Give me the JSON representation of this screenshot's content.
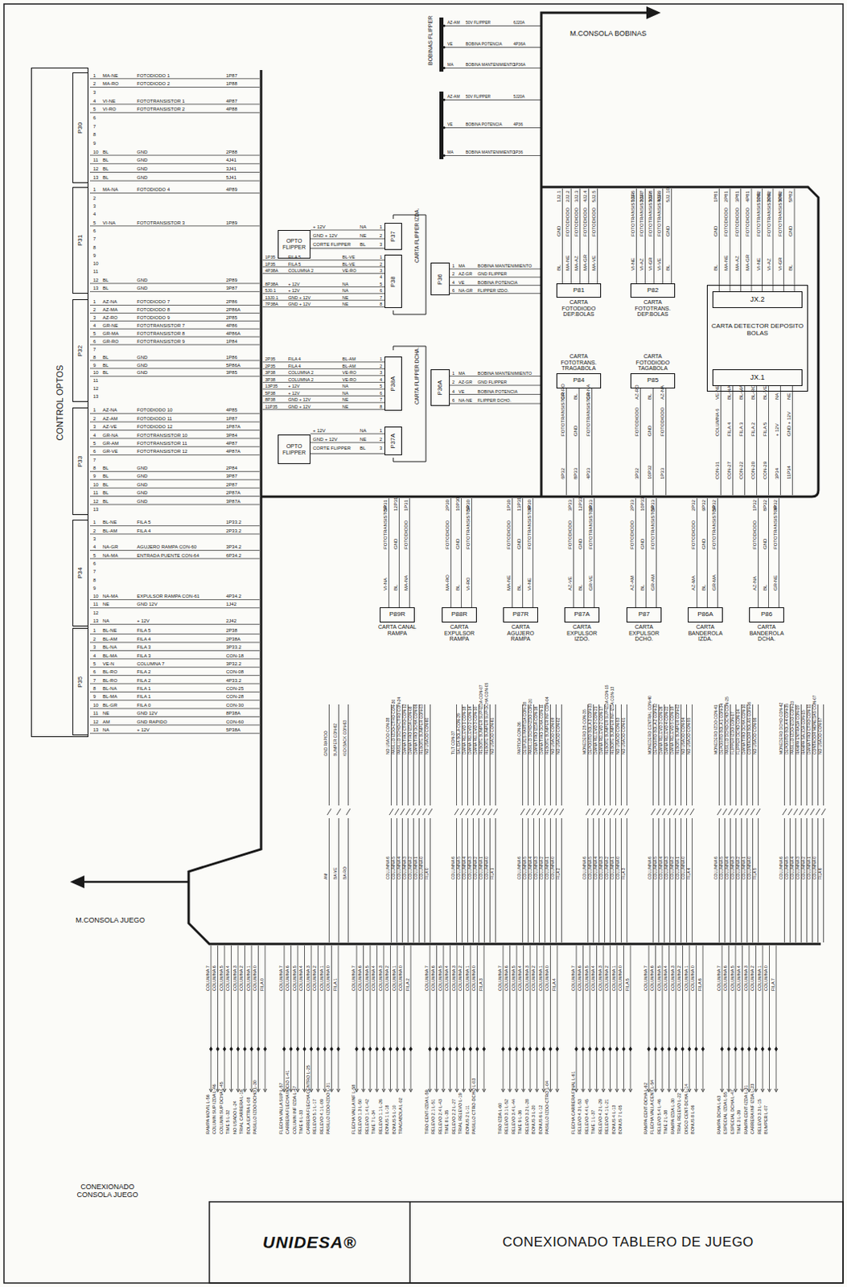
{
  "diagram": {
    "title": "CONEXIONADO TABLERO DE JUEGO",
    "nodes": [
      {
        "text": [
          "CONTROL OPTOS"
        ]
      },
      {
        "text": [
          "P30"
        ],
        "in": 0
      },
      {
        "text": [
          "P31"
        ],
        "in": 0
      },
      {
        "text": [
          "P32"
        ],
        "in": 0
      },
      {
        "text": [
          "P33"
        ],
        "in": 0
      },
      {
        "text": [
          "P34"
        ],
        "in": 0
      },
      {
        "text": [
          "P35"
        ],
        "in": 0
      },
      {
        "text": [
          "OPTO FLIPPER"
        ]
      },
      {
        "text": [
          "P37"
        ]
      },
      {
        "text": [
          "P38"
        ]
      },
      {
        "text": [
          "P36"
        ]
      },
      {
        "text": [
          "P38A"
        ]
      },
      {
        "text": [
          "P36A"
        ]
      },
      {
        "text": [
          "OPTO FLIPPER"
        ]
      },
      {
        "text": [
          "P37A"
        ]
      },
      {
        "text": [
          "P81",
          "CARTA FOTODIODO DEP.BOLAS"
        ]
      },
      {
        "text": [
          "P82",
          "CARTA FOTOTRANS. DEP.BOLAS"
        ]
      },
      {
        "text": [
          "CARTA DETECTOR DEPOSITO BOLAS"
        ]
      },
      {
        "text": [
          "JX.2"
        ],
        "in": 17
      },
      {
        "text": [
          "JX.1"
        ],
        "in": 17
      },
      {
        "text": [
          "P84",
          "CARTA FOTOTRANS. TRAGABOLA"
        ]
      },
      {
        "text": [
          "P85",
          "CARTA FOTODIODO TAGABOLA"
        ]
      },
      {
        "text": [
          "P89R",
          "CARTA CANAL RAMPA"
        ]
      },
      {
        "text": [
          "P88R",
          "CARTA EXPULSOR RAMPA"
        ]
      },
      {
        "text": [
          "P87R",
          "CARTA AGUJERO RAMPA"
        ]
      },
      {
        "text": [
          "P87A",
          "CARTA EXPULSOR IZDO."
        ]
      },
      {
        "text": [
          "P87",
          "CARTA EXPULSOR DCHO."
        ]
      },
      {
        "text": [
          "P86A",
          "CARTA BANDEROLA IZDA."
        ]
      },
      {
        "text": [
          "P86",
          "CARTA BANDEROLA DCHA."
        ]
      }
    ],
    "edges": [
      {
        "from": 7,
        "to": 8,
        "arrow": "none"
      },
      {
        "from": 13,
        "to": 14,
        "arrow": "none"
      }
    ],
    "labels": [
      "1",
      "MA-NE",
      "FOTODIODO 1",
      "1P87",
      "2",
      "MA-RO",
      "FOTODIODO 2",
      "1P88",
      "3",
      "4",
      "VI-NE",
      "FOTOTRANSISTOR 1",
      "4P87",
      "5",
      "VI-RO",
      "FOTOTRANSISTOR 2",
      "4P88",
      "6",
      "7",
      "8",
      "9",
      "10",
      "BL",
      "GND",
      "2P88",
      "11",
      "BL",
      "GND",
      "4J41",
      "12",
      "BL",
      "GND",
      "3J41",
      "13",
      "BL",
      "GND",
      "5J41",
      "1",
      "MA-NA",
      "FOTODIODO 4",
      "4P89",
      "2",
      "3",
      "4",
      "5",
      "VI-NA",
      "FOTOTRANSISTOR 3",
      "1P89",
      "6",
      "7",
      "8",
      "9",
      "10",
      "11",
      "12",
      "BL",
      "GND",
      "2P89",
      "13",
      "BL",
      "GND",
      "3P87",
      "1",
      "AZ-NA",
      "FOTODIODO 7",
      "2P86",
      "2",
      "AZ-MA",
      "FOTODIODO 8",
      "2P86A",
      "3",
      "AZ-RO",
      "FOTODIODO 9",
      "2P85",
      "4",
      "GR-NE",
      "FOTOTRANSISTOR 7",
      "4P86",
      "5",
      "GR-MA",
      "FOTOTRANSISTOR 8",
      "4P86A",
      "6",
      "GR-RO",
      "FOTOTRANSISTOR 9",
      "1P84",
      "7",
      "8",
      "BL",
      "GND",
      "1P86",
      "9",
      "BL",
      "GND",
      "5P86A",
      "10",
      "BL",
      "GND",
      "3P85",
      "11",
      "12",
      "13",
      "1",
      "AZ-NA",
      "FOTODIODO 10",
      "4P85",
      "2",
      "AZ-AM",
      "FOTODIODO 11",
      "1P87",
      "3",
      "AZ-VE",
      "FOTODIODO 12",
      "1P87A",
      "4",
      "GR-NA",
      "FOTOTRANSISTOR 10",
      "3P84",
      "5",
      "GR-AM",
      "FOTOTRANSISTOR 11",
      "4P87",
      "6",
      "GR-VE",
      "FOTOTRANSISTOR 12",
      "4P87A",
      "7",
      "8",
      "BL",
      "GND",
      "2P84",
      "9",
      "BL",
      "GND",
      "3P87",
      "10",
      "BL",
      "GND",
      "2P87",
      "11",
      "BL",
      "GND",
      "2P87A",
      "12",
      "BL",
      "GND",
      "3P87A",
      "13",
      "1",
      "BL-NE",
      "FILA 5",
      "1P33.2",
      "2",
      "BL-AM",
      "FILA 4",
      "2P33.2",
      "3",
      "4",
      "NA-GR",
      "AGUJERO RAMPA CON-60",
      "3P34.2",
      "5",
      "NA-MA",
      "ENTRADA PUENTE CON-64",
      "6P34.2",
      "6",
      "7",
      "8",
      "9",
      "10",
      "NA-MA",
      "EXPULSOR RAMPA CON-61",
      "4P34.2",
      "11",
      "NE",
      "GND 12V",
      "1J42",
      "12",
      "13",
      "NA",
      "+ 12V",
      "2J42",
      "1",
      "BL-NE",
      "FILA 5",
      "2P38",
      "2",
      "BL-AM",
      "FILA 4",
      "2P38A",
      "3",
      "BL-NA",
      "FILA 3",
      "3P33.2",
      "4",
      "BL-MA",
      "FILA 3",
      "CON-18",
      "5",
      "VE-N",
      "COLUMNA 7",
      "3P32.2",
      "6",
      "BL-RO",
      "FILA 2",
      "CON-08",
      "7",
      "BL-RO",
      "FILA 2",
      "4P33.2",
      "8",
      "BL-NA",
      "FILA 1",
      "CON-25",
      "9",
      "BL-MA",
      "FILA 1",
      "CON-28",
      "10",
      "BL-GR",
      "FILA 0",
      "CON-30",
      "11",
      "NE",
      "GND 12V",
      "8P38A",
      "12",
      "AM",
      "GND RAPIDO",
      "CON-60",
      "13",
      "NA",
      "+ 12V",
      "5P38A",
      "BOBINAS FLIPPER",
      "AZ-AM",
      "50V FLIPPER",
      "6J20A",
      "VE",
      "BOBINA POTENCIA",
      "4P36A",
      "MA",
      "BOBINA MANTENIMIENTO",
      "1P36A",
      "AZ-AM",
      "50V FLIPPER",
      "5J20A",
      "VE",
      "BOBINA POTENCIA",
      "4P36",
      "MA",
      "BOBINA MANTENIMIENTO",
      "1P36",
      "M.CONSOLA BOBINAS",
      "+ 12V",
      "NA",
      "1",
      "GND + 12V",
      "NE",
      "2",
      "CORTE FLIPPER",
      "BL",
      "3",
      "1P35",
      "FILA 5",
      "BL-VE",
      "1",
      "1P35",
      "FILA 5",
      "BL-VE",
      "2",
      "4P38A",
      "COLUMNA 2",
      "VE-RO",
      "3",
      "4",
      "8P38A",
      "+ 12V",
      "NA",
      "5",
      "5J0.1",
      "+ 12V",
      "NA",
      "6",
      "13J0.1",
      "GND + 12V",
      "NE",
      "7",
      "7P38A",
      "GND + 12V",
      "NE",
      "8",
      "1",
      "MA",
      "BOBINA MANTENIMIENTO",
      "2",
      "AZ-GR",
      "GND FLIPPER",
      "4",
      "VE",
      "BOBINA POTENCIA",
      "6",
      "NA-GR",
      "FLIPPER IZDO.",
      "CARTA FLIPPER IZDA.",
      "2P35",
      "FILA 4",
      "BL-AM",
      "1",
      "2P35",
      "FILA 4",
      "BL-AM",
      "2",
      "3P38",
      "COLUMNA 2",
      "VE-RO",
      "3",
      "3P38",
      "COLUMNA 2",
      "VE-RO",
      "4",
      "13P35",
      "+ 12V",
      "NA",
      "5",
      "5P38",
      "+ 12V",
      "NA",
      "6",
      "8P38",
      "GND + 12V",
      "NE",
      "7",
      "11P35",
      "GND + 12V",
      "NE",
      "8",
      "1",
      "MA",
      "BOBINA MANTENIMIENTO",
      "2",
      "AZ-GR",
      "GND FLIPPER",
      "4",
      "VE",
      "BOBINA POTENCIA",
      "6",
      "NA-NE",
      "FLIPPER DCHO.",
      "+ 12V",
      "NA",
      "1",
      "GND + 12V",
      "NE",
      "2",
      "CORTE FLIPPER",
      "BL",
      "3",
      "CARTA FLIPPER DCHA.",
      "1J2.1",
      "GND",
      "BL",
      "2J2.2",
      "FOTODIODO",
      "MA-NE",
      "3J2.3",
      "FOTODIODO",
      "MA-AZ",
      "4J2.4",
      "FOTODIODO",
      "MA-GR",
      "5J2.5",
      "FOTODIODO",
      "MA-VE",
      "1J2.6",
      "FOTOTRANSISTOR",
      "VI-NE",
      "2J2.7",
      "FOTOTRANSISTOR",
      "VI-AZ",
      "3J2.8",
      "FOTOTRANSISTOR",
      "VI-GR",
      "4J2.9",
      "FOTOTRANSISTOR",
      "VI-VE",
      "5J2.10",
      "GND",
      "BL",
      "1P81",
      "GND",
      "BL",
      "2P81",
      "FOTODIODO",
      "MA-NE",
      "3P81",
      "FOTODIODO",
      "MA-AZ",
      "4P81",
      "FOTODIODO",
      "MA-GR",
      "1P82",
      "FOTOTRANSISTOR",
      "VI-NE",
      "2P82",
      "FOTOTRANSISTOR",
      "VI-AZ",
      "3P82",
      "FOTOTRANSISTOR",
      "VI-GR",
      "5P82",
      "GND",
      "BL",
      "GR-RO",
      "FOTOTRANSISTOR",
      "6P32",
      "BL",
      "GND",
      "8P33",
      "GR-NA",
      "FOTOTRANSISTOR",
      "4P33",
      "AZ-RO",
      "FOTODIODO",
      "3P32",
      "BL",
      "GND",
      "10P32",
      "AZ-NA",
      "FOTODIODO",
      "1P33",
      "VE-NE",
      "COLUMNA 6",
      "CON-31",
      "BL-NA",
      "FILA 4",
      "CON-27",
      "BL-MA",
      "FILA 3",
      "CON-22",
      "BL-RO",
      "FILA 2",
      "CON-20",
      "BL-VE",
      "FILA 5",
      "CON-29",
      "NA",
      "+ 12V",
      "3P34",
      "NE",
      "GND + 12V",
      "11P34",
      "5P31",
      "FOTOTRANSISTOR",
      "VI-NA",
      "12P31",
      "GND",
      "BL",
      "1P31",
      "FOTODIODO",
      "MA-NA",
      "2P30",
      "FOTODIODO",
      "MA-RO",
      "10P30",
      "GND",
      "BL",
      "5P30",
      "FOTOTRANSISTOR",
      "VI-RO",
      "1P30",
      "FOTODIODO",
      "MA-NE",
      "13P31",
      "GND",
      "BL",
      "4P30",
      "FOTOTRANSISTOR",
      "VI-NE",
      "3P33",
      "FOTODIODO",
      "AZ-VE",
      "12P33",
      "GND",
      "BL",
      "6P33",
      "FOTOTRANSISTOR",
      "GR-VE",
      "2P33",
      "FOTODIODO",
      "AZ-AM",
      "10P33",
      "GND",
      "BL",
      "5P33",
      "FOTOTRANSISTOR",
      "GR-AM",
      "2P32",
      "FOTODIODO",
      "AZ-MA",
      "9P32",
      "GND",
      "BL",
      "5P32",
      "FOTOTRANSISTOR",
      "GR-MA",
      "1P32",
      "FOTODIODO",
      "AZ-NA",
      "8P32",
      "GND",
      "BL",
      "4P32",
      "FOTOTRANSISTOR",
      "GR-NE",
      "GND RAPIDO",
      "BUMPER CON-62",
      "KICKBACK CON-63",
      "AM",
      "BA-VE",
      "BA-RO",
      "NO USADO CON-38",
      "PASILLO IZDO-CTRO CON-30",
      "PASILLO DCHO-CTRO CON-24",
      "DIANA TIRO CTRO CON-12",
      "DIANA TIRO IZDA CON-08",
      "DIANA TIRO DCHA CON-06",
      "REBOTE BUMPER CON-03",
      "NO USADO CON-60",
      "COLUMNA 6",
      "COLUMNA 5",
      "COLUMNA 4",
      "COLUMNA 3",
      "COLUMNA 2",
      "COLUMNA 1",
      "COLUMNA 0",
      "FILA 0",
      "TILT CON-37",
      "SALIDA BOLA CON-29",
      "DIANA RELEVO 1 CON-18",
      "DIANA RELEVO 2 CON-14",
      "DIANA RELEVO 3 CON-10",
      "REBOTE BUMPER SUP-IZDA CON-07",
      "REBOTE BUMPER SUP-DCHA CON-05",
      "NO USADO CON-61",
      "COLUMNA 6",
      "COLUMNA 5",
      "COLUMNA 4",
      "COLUMNA 3",
      "COLUMNA 2",
      "COLUMNA 1",
      "COLUMNA 0",
      "FILA 1",
      "PARTIDA CON-36",
      "DESPUES PARTIDA CON-28",
      "PASILLO DCHO-IZDO CON-20",
      "DIANA TIRO IZDA CON-16",
      "DIANA TIRO DCHA CON-11",
      "REBOTE BUMPER INF CON-04",
      "NO USADO CON-09",
      "NO USADO CON-02",
      "COLUMNA 6",
      "COLUMNA 5",
      "COLUMNA 4",
      "COLUMNA 3",
      "COLUMNA 2",
      "COLUMNA 1",
      "COLUMNA 0",
      "FILA 2",
      "MONEDERO 2B CON-35",
      "DEPOSITO BOLA 3 CON-33",
      "DIANA RELEVO 3 CON-21",
      "DIANA RELEVO 2 CON-17",
      "REBOTE BUMPER SUP-IZDA CON-15",
      "REBOTE BUMPER INF-IZDA CON-13",
      "NO USADO CON-53",
      "NO USADO CON-01",
      "COLUMNA 6",
      "COLUMNA 5",
      "COLUMNA 4",
      "COLUMNA 3",
      "COLUMNA 2",
      "COLUMNA 1",
      "COLUMNA 0",
      "FILA 3",
      "MONEDERO CENTRAL CON-40",
      "DEPOSITO BOLA 2 CON-32",
      "DIANA RELEVO 3 CON-26",
      "DIANA RELEVO 4 CON-22",
      "DIANA RELEVO 5 CON-19",
      "REBOTE BUMPER CON-02",
      "NO USADO CON-54",
      "NO USADO CON-55",
      "COLUMNA 6",
      "COLUMNA 5",
      "COLUMNA 4",
      "COLUMNA 3",
      "COLUMNA 2",
      "COLUMNA 1",
      "COLUMNA 0",
      "FILA 4",
      "MONEDERO IZDO CON-41",
      "DEPOSITO BOLA 1 CON-34",
      "PASILLO DCHO-DCHO CON-25",
      "FLIPPER IZDO CON-17",
      "FLIPPER DCHO CON-14",
      "DIANA TIRO DCHA CON-10",
      "CONTADOR BOLAS CON-06",
      "NO USADO CON-56",
      "COLUMNA 6",
      "COLUMNA 5",
      "COLUMNA 4",
      "COLUMNA 3",
      "COLUMNA 2",
      "COLUMNA 1",
      "COLUMNA 0",
      "FILA 5",
      "MONEDERO DCHO CON-42",
      "DEPOSITO BOLA 4 CON-35",
      "PASILLO IZDO-IZDO CON-23",
      "RAMPA ENTRADA CON-19",
      "RAMPA SALIDA CON-15",
      "DIANA TIRO CTRO CON-11",
      "CONTADOR MONEDAS CON-07",
      "NO USADO CON-57",
      "COLUMNA 6",
      "COLUMNA 5",
      "COLUMNA 4",
      "COLUMNA 3",
      "COLUMNA 2",
      "COLUMNA 1",
      "COLUMNA 0",
      "FILA 6",
      "COLUMNA 7",
      "COLUMNA 6",
      "COLUMNA 5",
      "COLUMNA 4",
      "COLUMNA 3",
      "COLUMNA 2",
      "COLUMNA 1",
      "COLUMNA 0",
      "FILA 0",
      "RAMPA MOVIL L-56",
      "COLUMN SUP IZDA L-46",
      "COLUMN SUP DCHA L-45",
      "TIME 5 L-32",
      "NO USADO L-24",
      "TRIAL CARRERA L-16",
      "BOLA EXTRA L-08",
      "PASILLO IZDO-DCHO L-30",
      "COLUMNA 7",
      "COLUMNA 6",
      "COLUMNA 5",
      "COLUMNA 4",
      "COLUMNA 3",
      "COLUMNA 2",
      "COLUMNA 1",
      "COLUMNA 0",
      "FILA 1",
      "FLECHA VALLA SUP L-57",
      "CARRERA FLECHA INICIO L-41",
      "COLUMN INF IZDA L-47",
      "TIME 6 L-33",
      "CARRERA FLECHA CENTRO L-25",
      "RELEVO 5.1 L-17",
      "RELEVO 4.1 L-09",
      "PASILLO IZDO-IZDO L-31",
      "COLUMNA 7",
      "COLUMNA 6",
      "COLUMNA 5",
      "COLUMNA 4",
      "COLUMNA 3",
      "COLUMNA 2",
      "COLUMNA 1",
      "COLUMNA 0",
      "FILA 2",
      "FLECHA VALLA INF L-58",
      "RELEVO 1.3 L-50",
      "RELEVO 1.4 L-42",
      "TIME 7 L-34",
      "RELEVO 1.1 L-26",
      "BONUS 1 L-18",
      "BONUS 5 L-10",
      "TRAGABOLA L-02",
      "COLUMNA 7",
      "COLUMNA 6",
      "COLUMNA 5",
      "COLUMNA 4",
      "COLUMNA 3",
      "COLUMNA 2",
      "COLUMNA 1",
      "COLUMNA 0",
      "FILA 3",
      "TIRO CENT-IZDA L-59",
      "RELEVO 2.1 L-51",
      "RELEVO 2.4 L-43",
      "TIME 8 L-35",
      "RELEVO 2.2 L-27",
      "TRIAL RELEVO L-19",
      "BONUS 2 L-11",
      "PASILLO CTRO-DCHO L-03",
      "COLUMNA 7",
      "COLUMNA 6",
      "COLUMNA 5",
      "COLUMNA 4",
      "COLUMNA 3",
      "COLUMNA 2",
      "COLUMNA 1",
      "COLUMNA 0",
      "FILA 4",
      "TIRO IZDA L-60",
      "RELEVO 3.1 L-52",
      "RELEVO 3.4 L-44",
      "TIME 9 L-36",
      "RELEVO 3.2 L-28",
      "BONUS 3 L-20",
      "BONUS 6 L-12",
      "PASILLO IZDO-CTRO L-04",
      "COLUMNA 7",
      "COLUMNA 6",
      "COLUMNA 5",
      "COLUMNA 4",
      "COLUMNA 3",
      "COLUMNA 2",
      "COLUMNA 1",
      "COLUMNA 0",
      "FILA 5",
      "FLECHA CARRERA FINAL L-61",
      "RELEVO 4.3 L-53",
      "RELEVO 4.4 L-45",
      "TIME 1 L-37",
      "RELEVO 4.2 L-29",
      "RELEVO 4.1 L-21",
      "BONUS 4 L-13",
      "BONUS 7 L-05",
      "COLUMNA 7",
      "COLUMNA 6",
      "COLUMNA 5",
      "COLUMNA 4",
      "COLUMNA 3",
      "COLUMNA 2",
      "COLUMNA 1",
      "COLUMNA 0",
      "FILA 6",
      "RAMPA CENT-DCHA L-62",
      "FLECHA VALLA CENT L-54",
      "RELEVO 5.4 L-46",
      "TIME 2 L-38",
      "RAMPA IZDA L-30",
      "TRIAL RELEVO L-22",
      "DISCO CENT-DCHA L-14",
      "BONUS 8 L-06",
      "COLUMNA 7",
      "COLUMNA 6",
      "COLUMNA 5",
      "COLUMNA 4",
      "COLUMNA 3",
      "COLUMNA 2",
      "COLUMNA 1",
      "COLUMNA 0",
      "FILA 7",
      "RAMPA DCHA L-63",
      "ESPECIAL IZDA L-55",
      "ESPECIAL DCHA L-47",
      "TIME 3 L-39",
      "RAMPA CENT-IZDA L-31",
      "CARRERA INF IZDA L-23",
      "RELEVO 3.3 L-15",
      "BUMPER L-07",
      "M.CONSOLA JUEGO",
      "CONEXIONADO CONSOLA JUEGO",
      "UNIDESA®"
    ]
  }
}
